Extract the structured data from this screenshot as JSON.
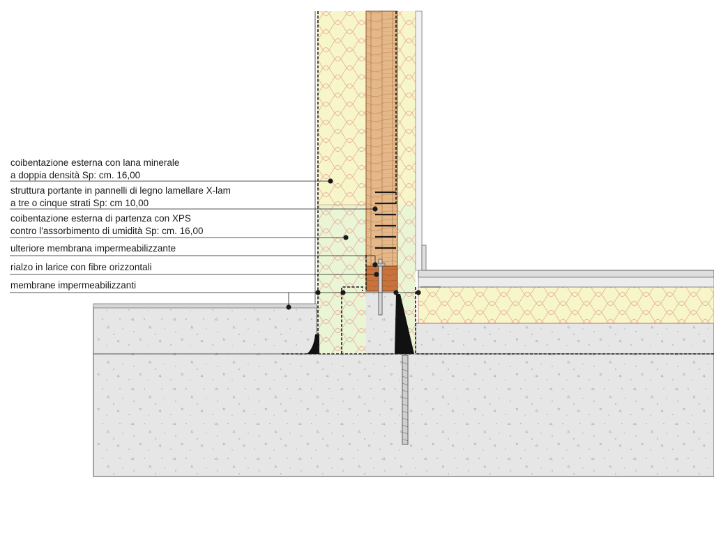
{
  "labels": [
    {
      "id": "mineral-wool",
      "lines": [
        "coibentazione esterna con lana minerale",
        "a doppia densità Sp: cm. 16,00"
      ]
    },
    {
      "id": "xlam",
      "lines": [
        "struttura portante in pannelli di legno lamellare X-lam",
        "a tre o cinque strati  Sp: cm 10,00"
      ]
    },
    {
      "id": "xps",
      "lines": [
        "coibentazione esterna di partenza con XPS",
        "contro l'assorbimento di umidità Sp: cm. 16,00"
      ]
    },
    {
      "id": "extra-membrane",
      "lines": [
        "ulteriore membrana impermeabilizzante"
      ]
    },
    {
      "id": "larch-sill",
      "lines": [
        "rialzo in larice con fibre orizzontali"
      ]
    },
    {
      "id": "membranes",
      "lines": [
        "membrane impermeabilizzanti"
      ]
    }
  ],
  "colors": {
    "insulation": "#f7f6c8",
    "insulation_wave": "#e9b3a3",
    "xps": "#e9f5d4",
    "timber": "#e5b88a",
    "larch": "#c8733e",
    "concrete": "#e6e6e6",
    "line": "#1a1a1a"
  }
}
